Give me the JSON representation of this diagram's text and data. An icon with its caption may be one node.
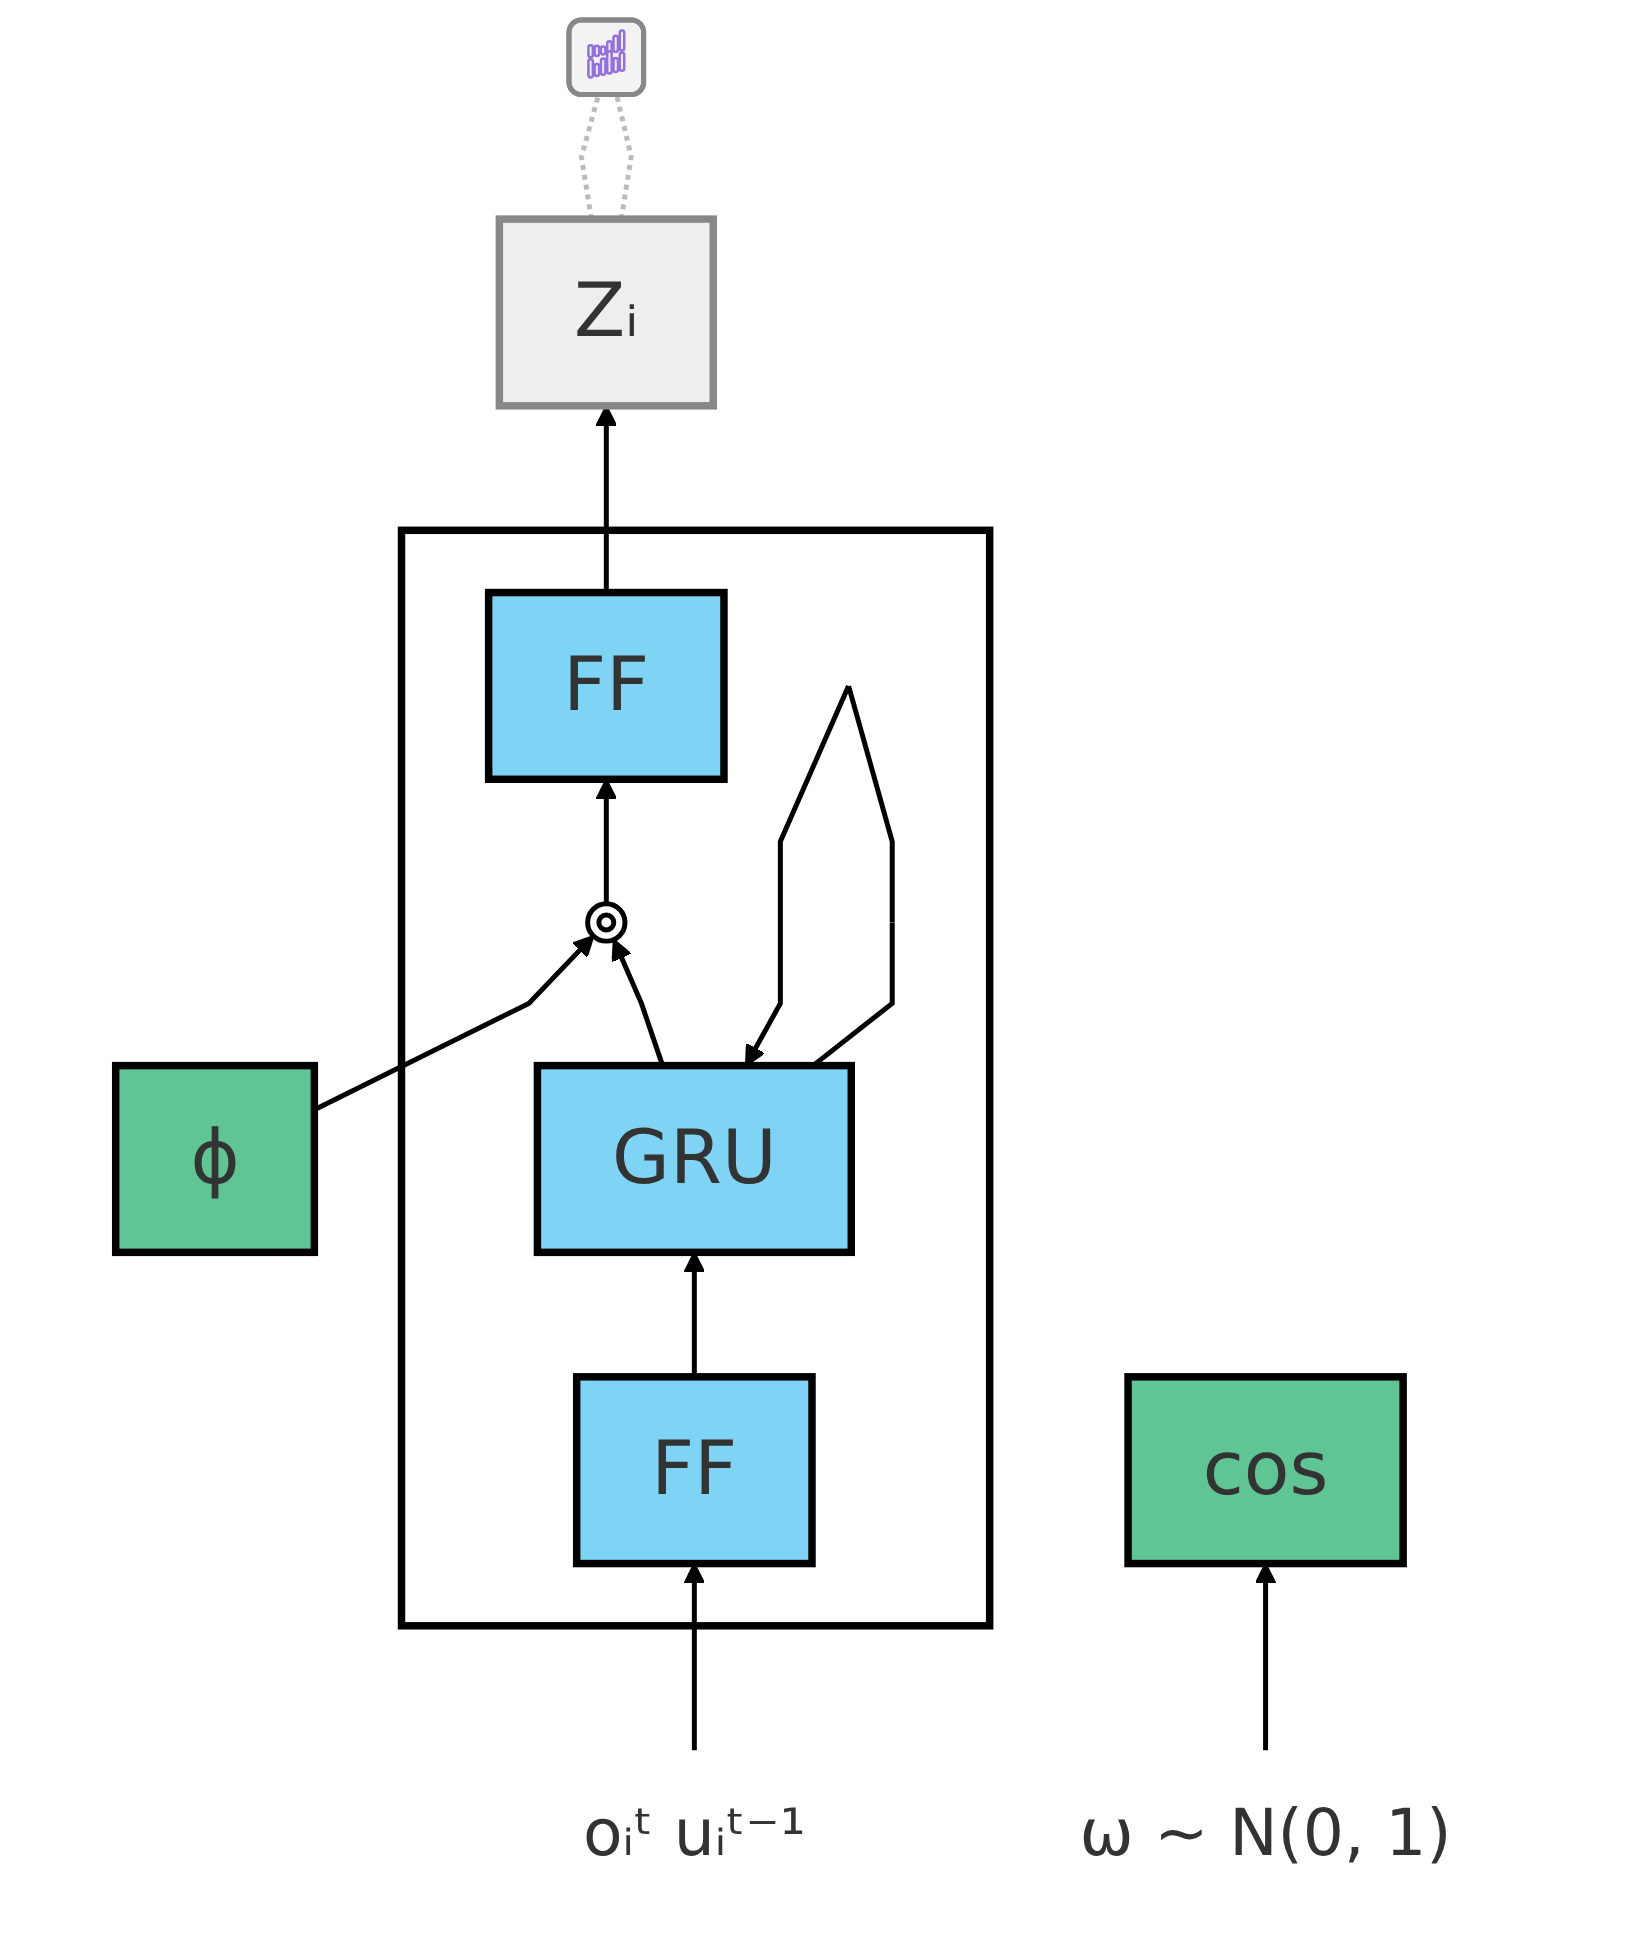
{
  "diagram": {
    "nodes": [
      {
        "text": [],
        "shape": "box"
      },
      {
        "text": [
          "Zᵢ"
        ]
      },
      {
        "text": [],
        "shape": "picture"
      },
      {
        "text": [
          "FF"
        ],
        "in": 0
      },
      {
        "text": [],
        "shape": "circle",
        "in": 0
      },
      {
        "text": [
          "GRU"
        ],
        "in": 0
      },
      {
        "text": [
          "FF"
        ],
        "in": 0
      },
      {
        "text": [
          "ϕ"
        ]
      },
      {
        "text": [
          "cos"
        ]
      },
      {
        "text": [
          "oᵢᵗ  uᵢᵗ⁻¹"
        ]
      },
      {
        "text": [
          "ω ∼ N(0, 1)"
        ]
      }
    ],
    "edges": [
      {
        "from": 9,
        "to": 6,
        "arrow": "to"
      },
      {
        "from": 6,
        "to": 5,
        "arrow": "to"
      },
      {
        "from": 5,
        "to": 5,
        "arrow": "to"
      },
      {
        "from": 5,
        "to": 4,
        "arrow": "to"
      },
      {
        "from": 7,
        "to": 4,
        "arrow": "to"
      },
      {
        "from": 4,
        "to": 3,
        "arrow": "to"
      },
      {
        "from": 3,
        "to": 1,
        "arrow": "to"
      },
      {
        "from": 10,
        "to": 8,
        "arrow": "to"
      },
      {
        "from": 1,
        "to": 2,
        "arrow": "none",
        "style": "dashed",
        "color": "#bbbbbb"
      },
      {
        "from": 1,
        "to": 2,
        "arrow": "none",
        "style": "dashed",
        "color": "#bbbbbb"
      }
    ]
  }
}
